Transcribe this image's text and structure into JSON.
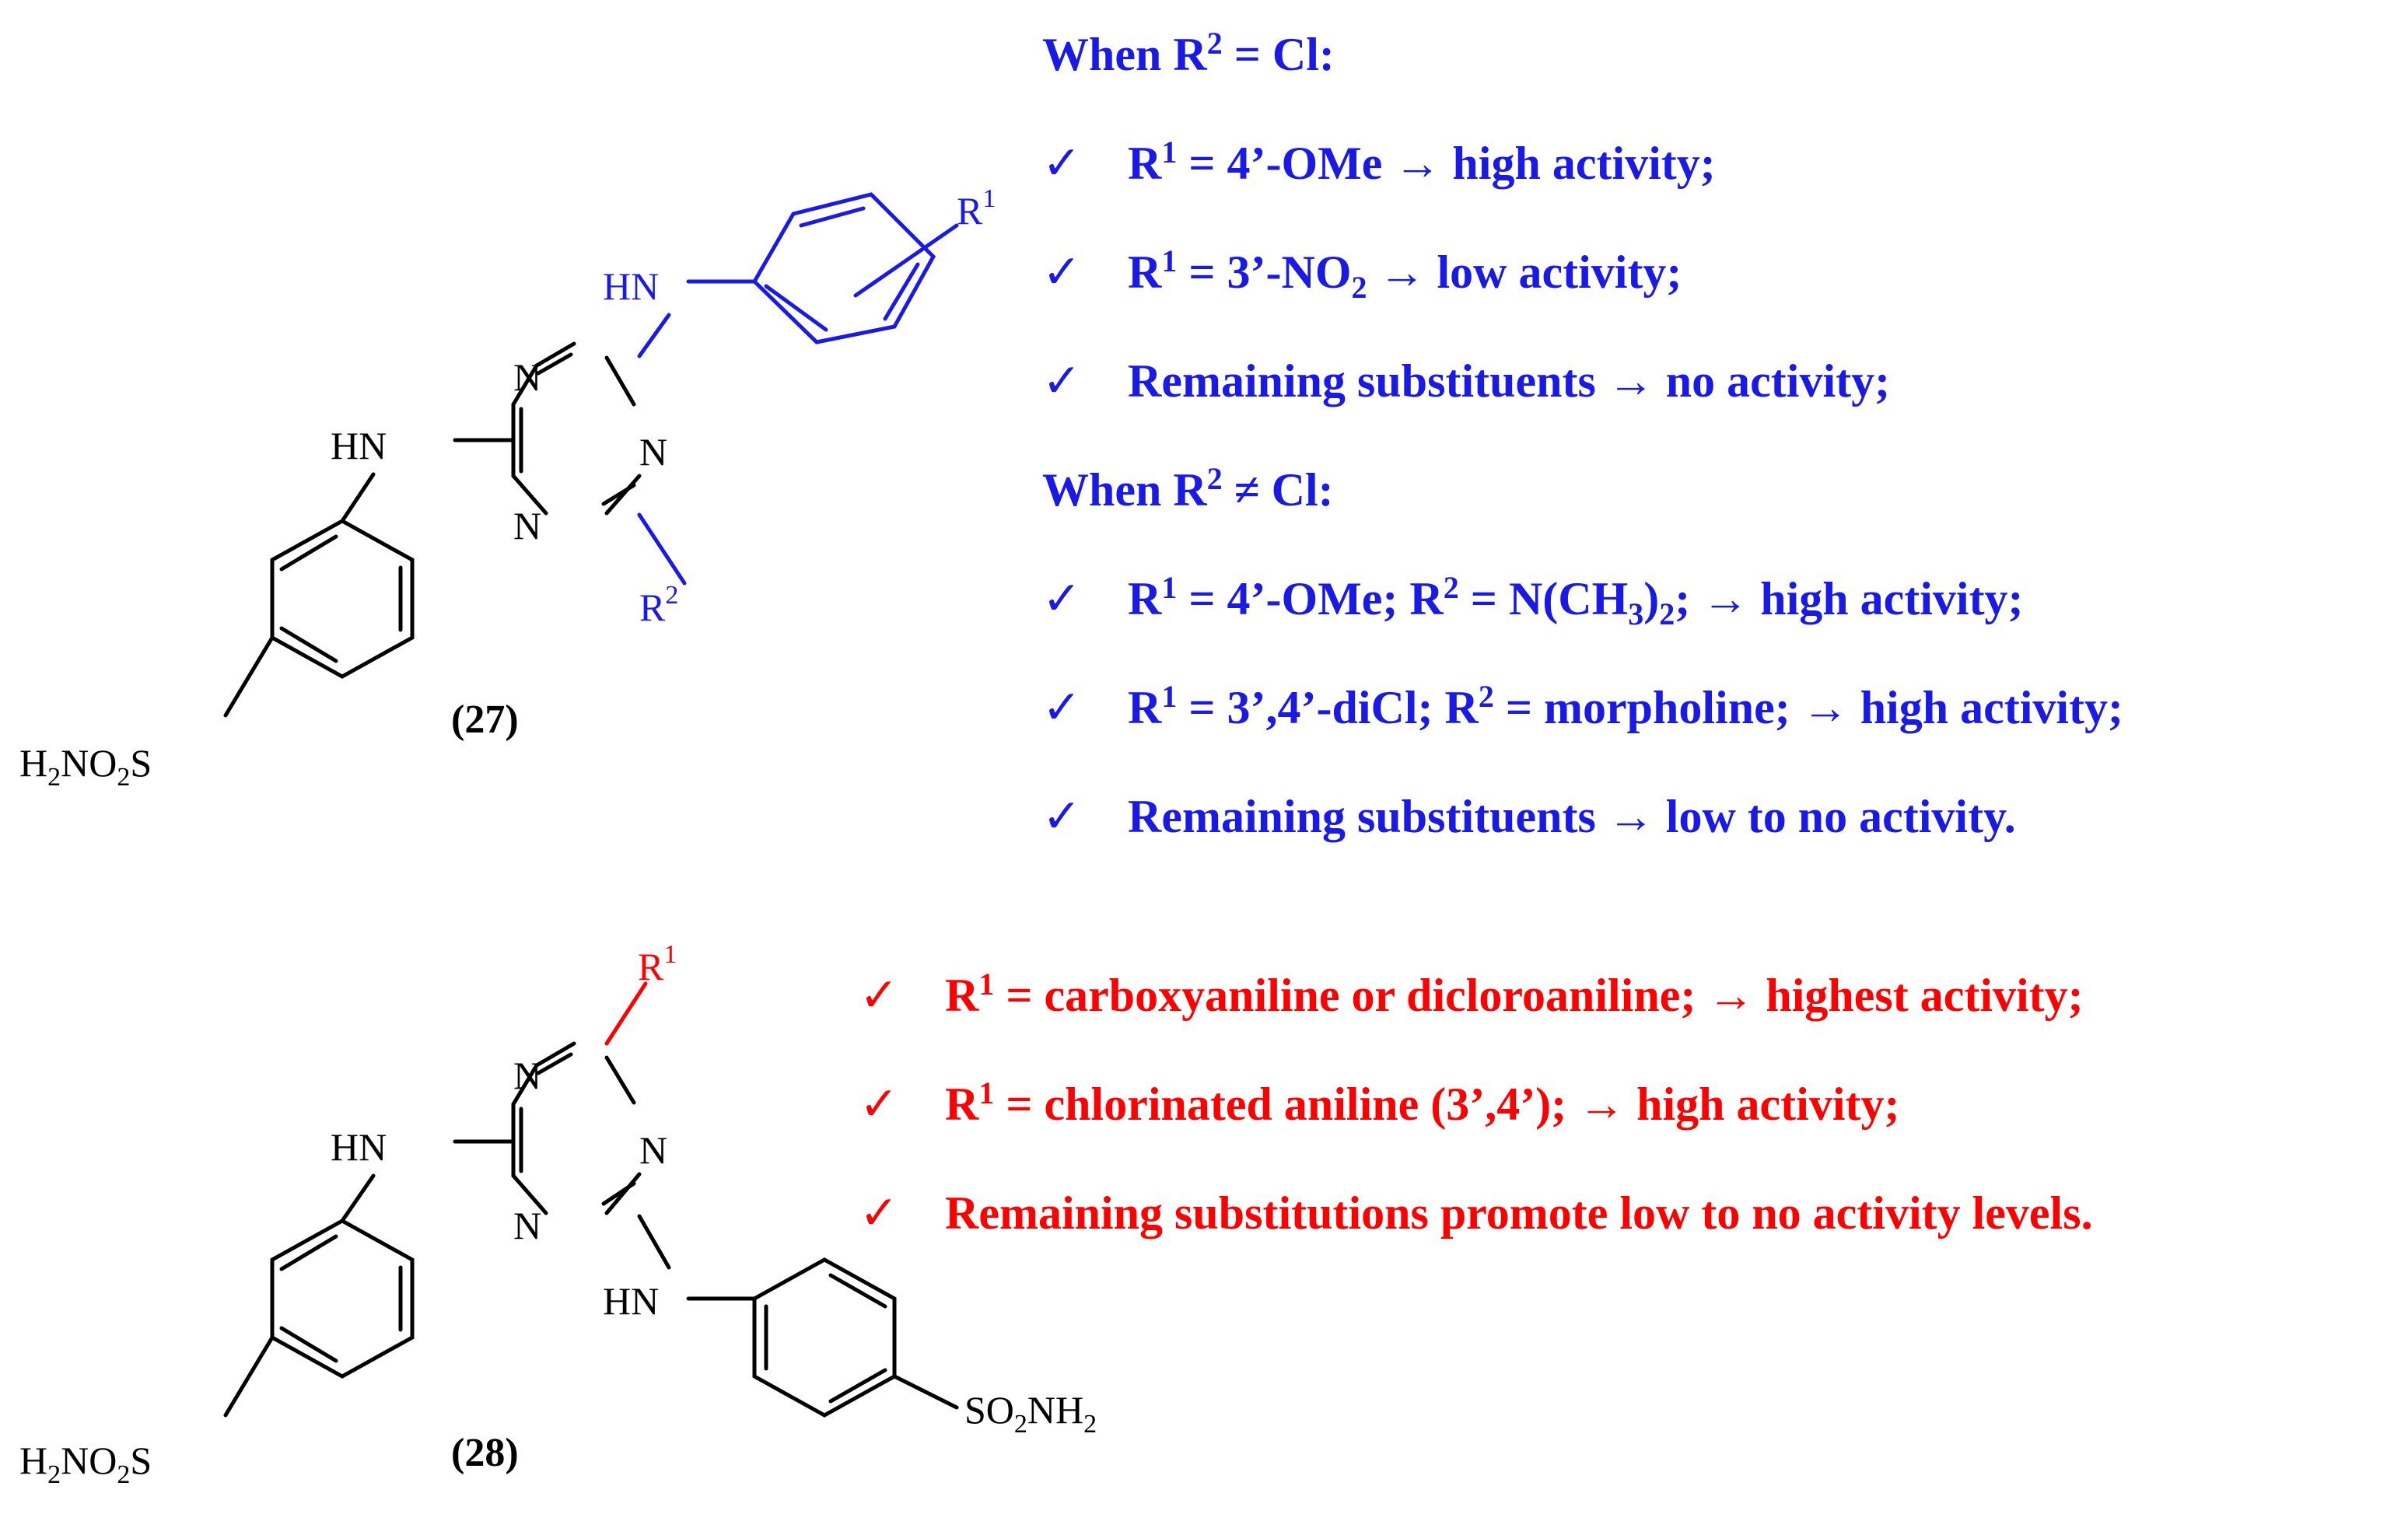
{
  "colors": {
    "black": "#000000",
    "blue": "#1a1ae6",
    "red": "#ff0000"
  },
  "compound27": {
    "label": "(27)",
    "atoms": {
      "n_top": "N",
      "n_right": "N",
      "n_bottom": "N",
      "hn_left": "HN",
      "hn_top": "HN",
      "r1": "R",
      "r1_sup": "1",
      "r2": "R",
      "r2_sup": "2",
      "sulfonamide": {
        "a": "H",
        "b": "2",
        "c": "NO",
        "d": "2",
        "e": "S"
      }
    }
  },
  "compound28": {
    "label": "(28)",
    "atoms": {
      "n_top": "N",
      "n_right": "N",
      "n_bottom": "N",
      "hn_left": "HN",
      "hn_bottom": "HN",
      "r1": "R",
      "r1_sup": "1",
      "sulfonamide_left": {
        "a": "H",
        "b": "2",
        "c": "NO",
        "d": "2",
        "e": "S"
      },
      "sulfonamide_right": {
        "a": "SO",
        "b": "2",
        "c": "NH",
        "d": "2"
      }
    }
  },
  "check": "✓",
  "text27": {
    "h1": {
      "a": "When R",
      "sup": "2",
      "b": " = Cl:"
    },
    "l1": {
      "a": "R",
      "sup": "1",
      "b": " = 4’-OMe → high activity;"
    },
    "l2": {
      "a": "R",
      "sup": "1",
      "b": " = 3’-NO",
      "sub": "2",
      "c": " → low activity;"
    },
    "l3": "Remaining substituents → no activity;",
    "h2": {
      "a": "When R",
      "sup": "2",
      "b": " ≠ Cl:"
    },
    "l4": {
      "a": "R",
      "sup1": "1",
      "b": " = 4’-OMe; R",
      "sup2": "2",
      "c": " = N(CH",
      "sub1": "3",
      "d": ")",
      "sub2": "2",
      "e": "; → high activity;"
    },
    "l5": {
      "a": "R",
      "sup1": "1",
      "b": " = 3’,4’-diCl; R",
      "sup2": "2",
      "c": " = morpholine;  → high activity;"
    },
    "l6": "Remaining substituents → low to no activity."
  },
  "text28": {
    "l1": {
      "a": "R",
      "sup": "1",
      "b": " = carboxyaniline or dicloroaniline; → highest activity;"
    },
    "l2": {
      "a": "R",
      "sup": "1",
      "b": " = chlorinated aniline (3’,4’); →  high activity;"
    },
    "l3": "Remaining substitutions promote low to no activity levels."
  }
}
